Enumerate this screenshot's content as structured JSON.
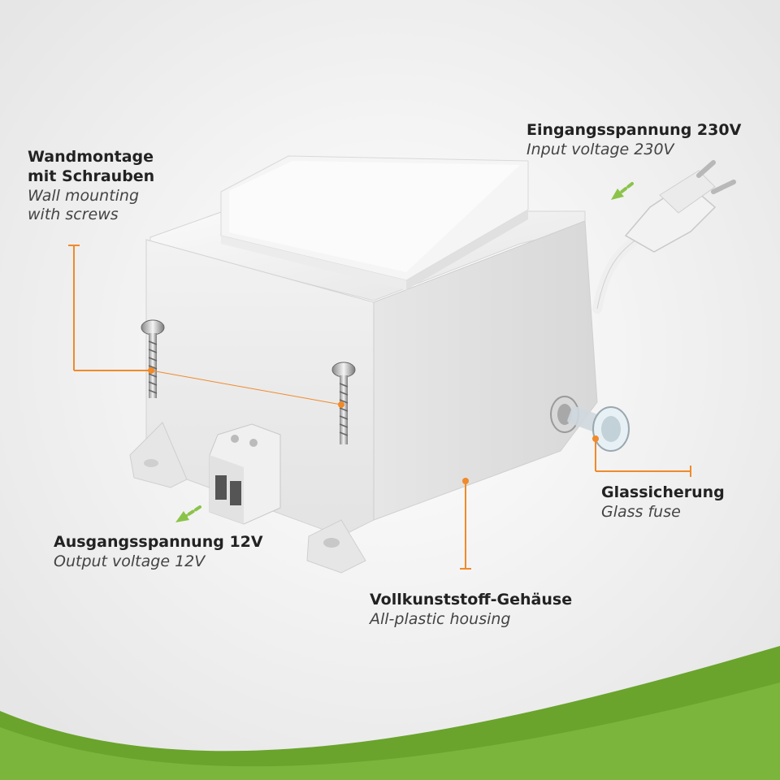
{
  "colors": {
    "accent_orange": "#f08a2a",
    "accent_green": "#8bc34a",
    "band_green": "#6aa42c",
    "housing": "#e9e9e9"
  },
  "labels": {
    "wall_mount": {
      "de_line1": "Wandmontage",
      "de_line2": "mit Schrauben",
      "en_line1": "Wall mounting",
      "en_line2": "with screws"
    },
    "input_voltage": {
      "de": "Eingangsspannung 230V",
      "en": "Input voltage 230V"
    },
    "glass_fuse": {
      "de": "Glassicherung",
      "en": "Glass fuse"
    },
    "output_voltage": {
      "de": "Ausgangsspannung 12V",
      "en": "Output voltage 12V"
    },
    "housing": {
      "de": "Vollkunststoff-Gehäuse",
      "en": "All-plastic housing"
    }
  },
  "icons": [
    "arrow-left-down-icon"
  ]
}
